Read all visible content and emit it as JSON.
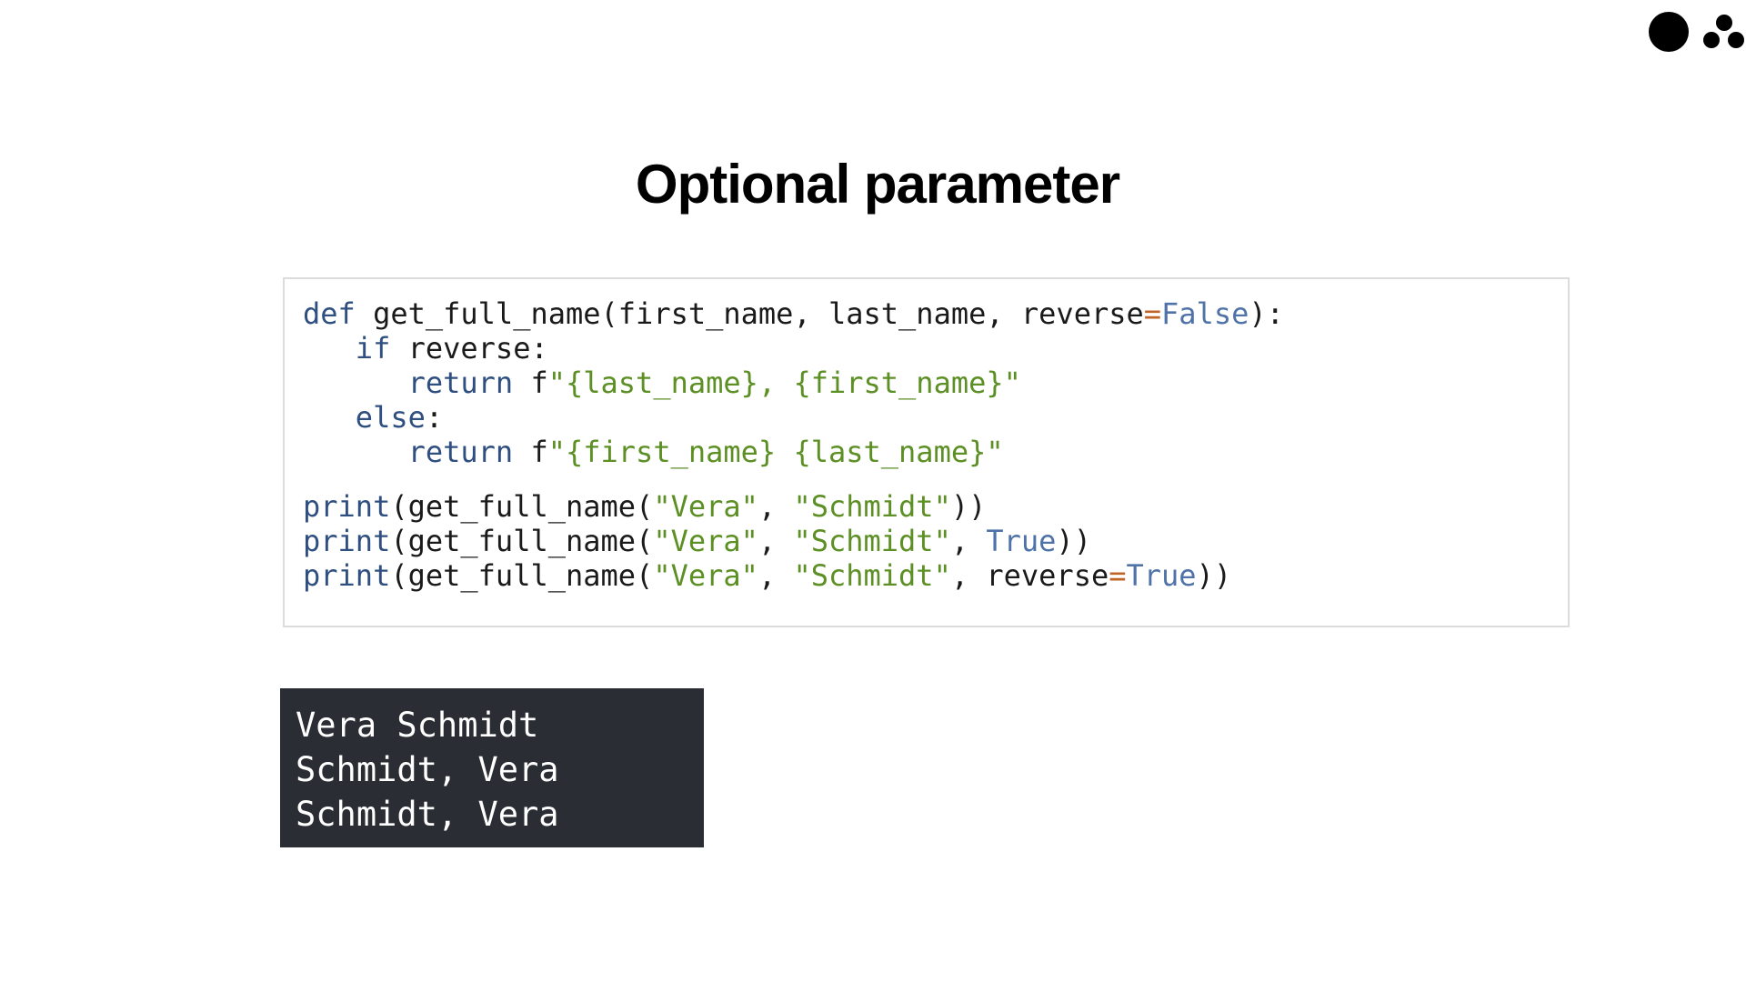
{
  "slide": {
    "title": "Optional parameter",
    "logo_icon": "three-dots-logo-icon"
  },
  "code": {
    "lines": [
      [
        {
          "t": "kw",
          "v": "def"
        },
        {
          "t": "plain",
          "v": " get_full_name(first_name, last_name, reverse"
        },
        {
          "t": "op",
          "v": "="
        },
        {
          "t": "const",
          "v": "False"
        },
        {
          "t": "plain",
          "v": "):"
        }
      ],
      [
        {
          "t": "plain",
          "v": "   "
        },
        {
          "t": "kw",
          "v": "if"
        },
        {
          "t": "plain",
          "v": " reverse:"
        }
      ],
      [
        {
          "t": "plain",
          "v": "      "
        },
        {
          "t": "kw",
          "v": "return"
        },
        {
          "t": "plain",
          "v": " f"
        },
        {
          "t": "str",
          "v": "\"{last_name}, {first_name}\""
        }
      ],
      [
        {
          "t": "plain",
          "v": "   "
        },
        {
          "t": "kw",
          "v": "else"
        },
        {
          "t": "plain",
          "v": ":"
        }
      ],
      [
        {
          "t": "plain",
          "v": "      "
        },
        {
          "t": "kw",
          "v": "return"
        },
        {
          "t": "plain",
          "v": " f"
        },
        {
          "t": "str",
          "v": "\"{first_name} {last_name}\""
        }
      ],
      [],
      [
        {
          "t": "bi",
          "v": "print"
        },
        {
          "t": "plain",
          "v": "(get_full_name("
        },
        {
          "t": "str",
          "v": "\"Vera\""
        },
        {
          "t": "plain",
          "v": ", "
        },
        {
          "t": "str",
          "v": "\"Schmidt\""
        },
        {
          "t": "plain",
          "v": "))"
        }
      ],
      [
        {
          "t": "bi",
          "v": "print"
        },
        {
          "t": "plain",
          "v": "(get_full_name("
        },
        {
          "t": "str",
          "v": "\"Vera\""
        },
        {
          "t": "plain",
          "v": ", "
        },
        {
          "t": "str",
          "v": "\"Schmidt\""
        },
        {
          "t": "plain",
          "v": ", "
        },
        {
          "t": "const",
          "v": "True"
        },
        {
          "t": "plain",
          "v": "))"
        }
      ],
      [
        {
          "t": "bi",
          "v": "print"
        },
        {
          "t": "plain",
          "v": "(get_full_name("
        },
        {
          "t": "str",
          "v": "\"Vera\""
        },
        {
          "t": "plain",
          "v": ", "
        },
        {
          "t": "str",
          "v": "\"Schmidt\""
        },
        {
          "t": "plain",
          "v": ", reverse"
        },
        {
          "t": "op",
          "v": "="
        },
        {
          "t": "const",
          "v": "True"
        },
        {
          "t": "plain",
          "v": "))"
        }
      ]
    ]
  },
  "output": {
    "lines": [
      "Vera Schmidt",
      "Schmidt, Vera",
      "Schmidt, Vera"
    ]
  },
  "colors": {
    "keyword": "#2f4f80",
    "string": "#5c8f24",
    "operator": "#c0652a",
    "constant": "#4f73a8",
    "output_background": "#2a2d33",
    "code_border": "#dcdcdc"
  }
}
